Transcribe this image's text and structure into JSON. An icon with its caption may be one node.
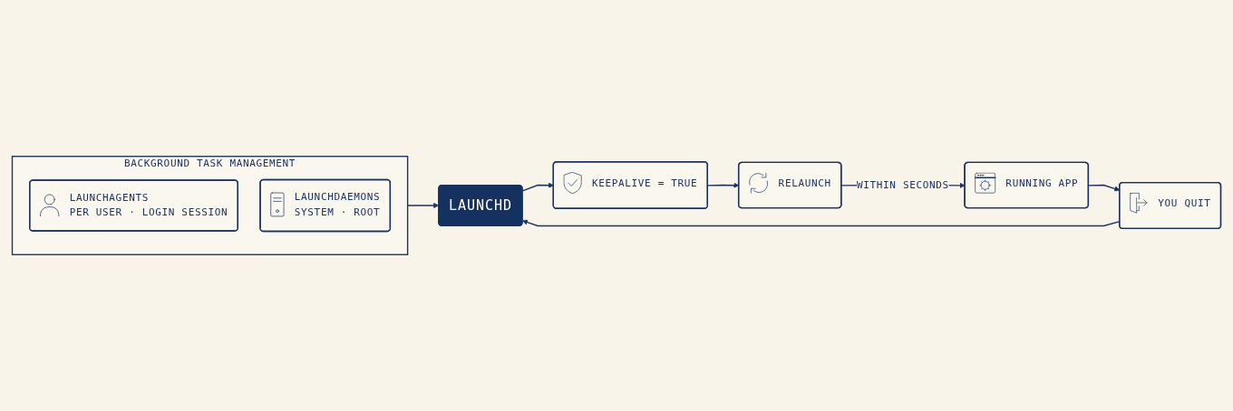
{
  "diagram": {
    "nodes": [
      {
        "text": [
          "RUNNING APP"
        ]
      },
      {
        "text": [
          "YOU QUIT"
        ]
      },
      {
        "text": [
          "LAUNCHD"
        ]
      },
      {
        "text": [
          "KEEPALIVE = TRUE"
        ]
      },
      {
        "text": [
          "RELAUNCH"
        ]
      },
      {
        "text": [
          "BACKGROUND TASK MANAGEMENT"
        ]
      },
      {
        "text": [
          "LAUNCHAGENTS",
          "PER USER · LOGIN SESSION"
        ],
        "in": 5
      },
      {
        "text": [
          "LAUNCHDAEMONS",
          "SYSTEM · ROOT"
        ],
        "in": 5
      }
    ],
    "edges": [
      {
        "from": 0,
        "to": 1,
        "arrow": "to"
      },
      {
        "from": 1,
        "to": 2,
        "arrow": "to"
      },
      {
        "from": 5,
        "to": 2,
        "arrow": "to"
      },
      {
        "from": 2,
        "to": 3,
        "arrow": "to"
      },
      {
        "from": 3,
        "to": 4,
        "arrow": "to"
      },
      {
        "from": 4,
        "to": 0,
        "arrow": "to",
        "label": "WITHIN SECONDS"
      }
    ]
  }
}
